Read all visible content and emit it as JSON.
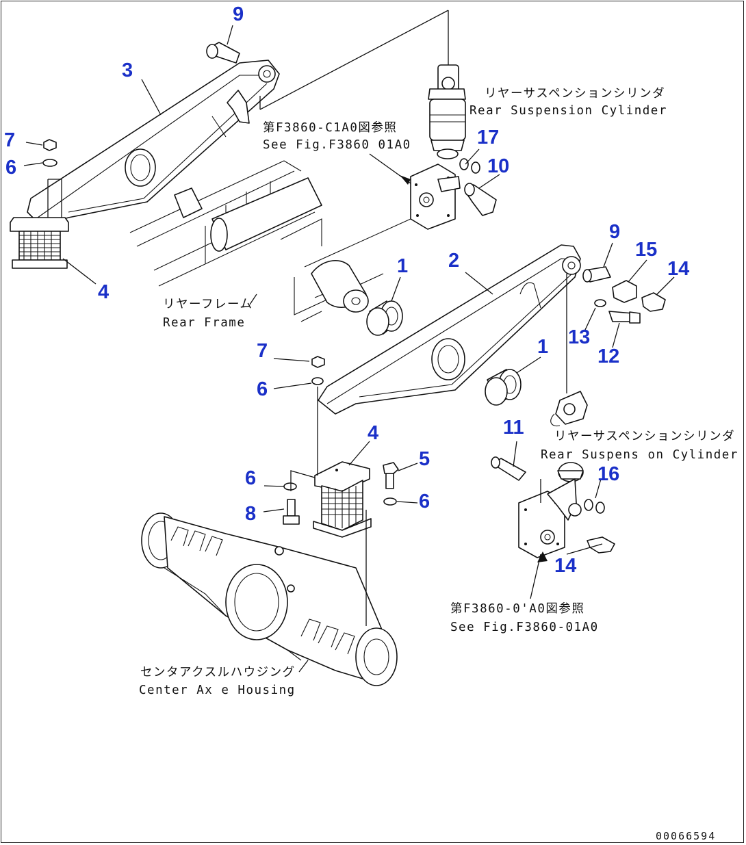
{
  "callouts": [
    {
      "id": "c9a",
      "text": "9"
    },
    {
      "id": "c3",
      "text": "3"
    },
    {
      "id": "c7a",
      "text": "7"
    },
    {
      "id": "c6a",
      "text": "6"
    },
    {
      "id": "c4a",
      "text": "4"
    },
    {
      "id": "c17",
      "text": "17"
    },
    {
      "id": "c10",
      "text": "10"
    },
    {
      "id": "c1a",
      "text": "1"
    },
    {
      "id": "c2",
      "text": "2"
    },
    {
      "id": "c9b",
      "text": "9"
    },
    {
      "id": "c15",
      "text": "15"
    },
    {
      "id": "c14a",
      "text": "14"
    },
    {
      "id": "c13",
      "text": "13"
    },
    {
      "id": "c12",
      "text": "12"
    },
    {
      "id": "c1b",
      "text": "1"
    },
    {
      "id": "c7b",
      "text": "7"
    },
    {
      "id": "c6b",
      "text": "6"
    },
    {
      "id": "c4b",
      "text": "4"
    },
    {
      "id": "c5",
      "text": "5"
    },
    {
      "id": "c6c",
      "text": "6"
    },
    {
      "id": "c6d",
      "text": "6"
    },
    {
      "id": "c8",
      "text": "8"
    },
    {
      "id": "c11",
      "text": "11"
    },
    {
      "id": "c16",
      "text": "16"
    },
    {
      "id": "c14b",
      "text": "14"
    }
  ],
  "labels": {
    "rear_suspension_cylinder_top_jp": "リヤーサスペンションシリンダ",
    "rear_suspension_cylinder_top_en": "Rear Suspension Cylinder",
    "see_fig_top_jp": "第F3860-C1A0図参照",
    "see_fig_top_en": "See Fig.F3860 01A0",
    "rear_frame_jp": "リヤーフレーム",
    "rear_frame_en": "Rear Frame",
    "rear_suspension_cylinder_right_jp": "リヤーサスペンションシリンダ",
    "rear_suspension_cylinder_right_en": "Rear Suspens on Cylinder",
    "see_fig_bottom_jp": "第F3860-0'A0図参照",
    "see_fig_bottom_en": "See Fig.F3860-01A0",
    "center_axle_housing_jp": "センタアクスルハウジング",
    "center_axle_housing_en": "Center Ax e Housing"
  },
  "drawing_code": "00066594",
  "colors": {
    "callout": "#1a30c8",
    "line": "#111111",
    "background": "#ffffff"
  }
}
